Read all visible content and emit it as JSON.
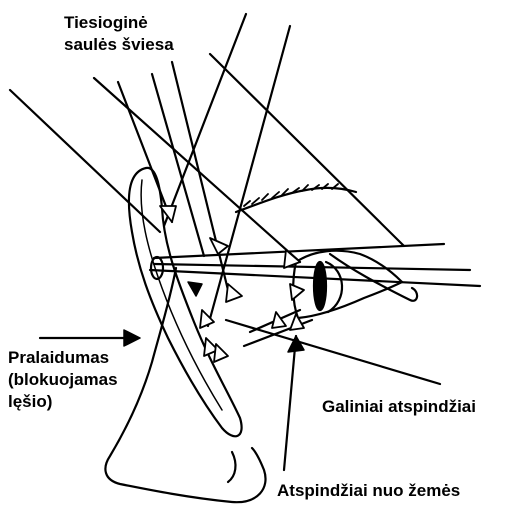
{
  "labels": {
    "direct_sunlight": [
      "Tiesioginė",
      "saulės šviesa"
    ],
    "transmission": [
      "Pralaidumas",
      "(blokuojamas",
      "lęšio)"
    ],
    "back_reflections": "Galiniai atspindžiai",
    "ground_reflections": "Atspindžiai nuo žemės"
  },
  "colors": {
    "ink": "#000000",
    "background": "#ffffff"
  }
}
